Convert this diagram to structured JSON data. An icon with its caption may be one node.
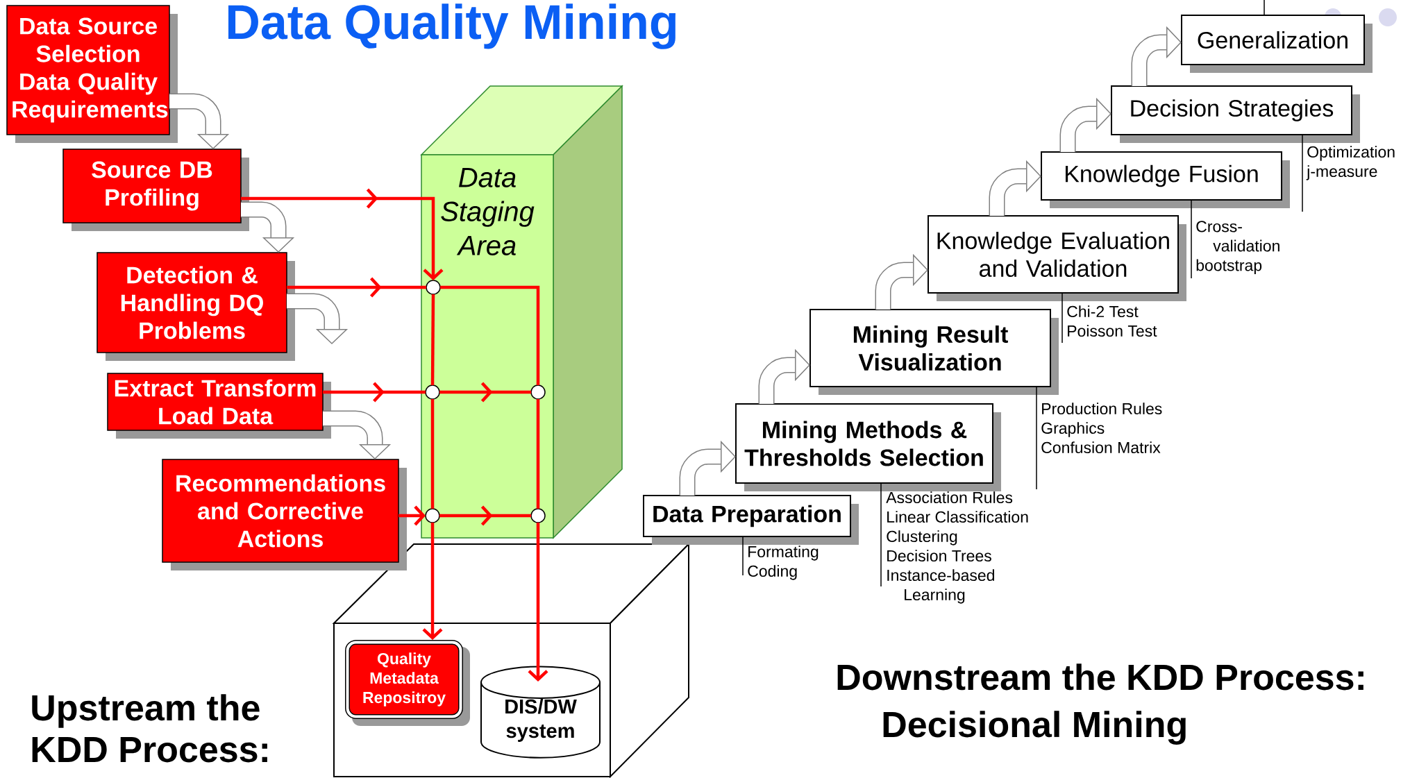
{
  "diagram": {
    "title": "Data Quality Mining",
    "nodes": [
      {
        "text": [
          "Data Source Selection",
          "Data Quality Requirements"
        ]
      },
      {
        "text": [
          "Source DB Profiling"
        ]
      },
      {
        "text": [
          "Detection & Handling DQ Problems"
        ]
      },
      {
        "text": [
          "Extract Transform Load Data"
        ]
      },
      {
        "text": [
          "Recommendations and Corrective Actions"
        ]
      },
      {
        "text": [
          "Data Staging Area"
        ]
      },
      {
        "text": [],
        "shape": "box"
      },
      {
        "text": [
          "Quality Metadata Repositroy"
        ],
        "in": 6
      },
      {
        "text": [
          "DIS/DW system"
        ],
        "in": 6
      },
      {
        "text": [
          "Data Preparation"
        ],
        "beside": [
          "Formating",
          "Coding"
        ]
      },
      {
        "text": [
          "Mining Methods & Thresholds Selection"
        ],
        "beside": [
          "Association Rules",
          "Linear Classification",
          "Clustering",
          "Decision Trees",
          "Instance-based Learning"
        ]
      },
      {
        "text": [
          "Mining Result Visualization"
        ],
        "beside": [
          "Production Rules",
          "Graphics",
          "Confusion Matrix"
        ]
      },
      {
        "text": [
          "Knowledge Evaluation and Validation"
        ],
        "beside": [
          "Chi-2 Test",
          "Poisson Test"
        ]
      },
      {
        "text": [
          "Knowledge Fusion"
        ],
        "beside": [
          "Cross-validation",
          "bootstrap"
        ]
      },
      {
        "text": [
          "Decision Strategies"
        ],
        "beside": [
          "Optimization",
          "j-measure"
        ]
      },
      {
        "text": [
          "Generalization"
        ]
      },
      {
        "text": [],
        "shape": "circle",
        "in": 5
      },
      {
        "text": [],
        "shape": "circle",
        "in": 5
      },
      {
        "text": [],
        "shape": "circle",
        "in": 5
      },
      {
        "text": [],
        "shape": "circle",
        "in": 5
      },
      {
        "text": [],
        "shape": "circle",
        "in": 5
      }
    ],
    "edges": [
      {
        "from": 0,
        "to": 1,
        "arrow": "to",
        "style": "thick",
        "color": "#808080"
      },
      {
        "from": 1,
        "to": 2,
        "arrow": "to",
        "style": "thick",
        "color": "#808080"
      },
      {
        "from": 2,
        "to": null,
        "arrow": "to",
        "style": "thick",
        "color": "#808080"
      },
      {
        "from": 3,
        "to": 4,
        "arrow": "to",
        "style": "thick",
        "color": "#808080"
      },
      {
        "from": 1,
        "to": 16,
        "arrow": "to"
      },
      {
        "from": 2,
        "to": 16,
        "arrow": "to"
      },
      {
        "from": 16,
        "to": 17,
        "arrow": "none"
      },
      {
        "from": 16,
        "to": 18,
        "arrow": "none"
      },
      {
        "from": 3,
        "to": 17,
        "arrow": "to"
      },
      {
        "from": 17,
        "to": 18,
        "arrow": "to"
      },
      {
        "from": 17,
        "to": 19,
        "arrow": "none"
      },
      {
        "from": 4,
        "to": 19,
        "arrow": "to"
      },
      {
        "from": 19,
        "to": 20,
        "arrow": "to"
      },
      {
        "from": 18,
        "to": 20,
        "arrow": "none"
      },
      {
        "from": 19,
        "to": 7,
        "arrow": "to"
      },
      {
        "from": 20,
        "to": 8,
        "arrow": "to"
      },
      {
        "from": 9,
        "to": 10,
        "arrow": "to",
        "style": "thick",
        "color": "#808080"
      },
      {
        "from": 10,
        "to": 11,
        "arrow": "to",
        "style": "thick",
        "color": "#808080"
      },
      {
        "from": 11,
        "to": 12,
        "arrow": "to",
        "style": "thick",
        "color": "#808080"
      },
      {
        "from": 12,
        "to": 13,
        "arrow": "to",
        "style": "thick",
        "color": "#808080"
      },
      {
        "from": 13,
        "to": 14,
        "arrow": "to",
        "style": "thick",
        "color": "#808080"
      },
      {
        "from": 14,
        "to": 15,
        "arrow": "to",
        "style": "thick",
        "color": "#808080"
      },
      {
        "from": 15,
        "to": null,
        "arrow": "none",
        "color": "#000000"
      }
    ],
    "labels": [
      "Upstream the KDD Process:",
      "Downstream the KDD Process: Decisional Mining"
    ]
  }
}
